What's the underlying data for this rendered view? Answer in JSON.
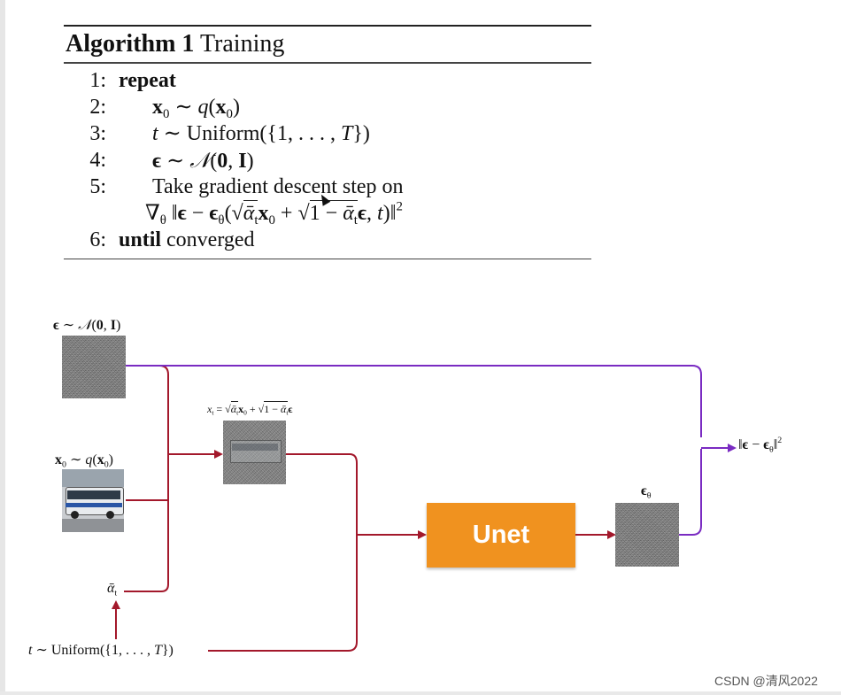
{
  "algorithm": {
    "label": "Algorithm 1",
    "title": "Training",
    "lines": {
      "1": {
        "num": "1:",
        "keyword": "repeat"
      },
      "2": {
        "num": "2:",
        "text": "x₀ ∼ q(x₀)"
      },
      "3": {
        "num": "3:",
        "text": "t ∼ Uniform({1, . . . , T})"
      },
      "4": {
        "num": "4:",
        "text": "ϵ ∼ 𝒩(0, I)"
      },
      "5": {
        "num": "5:",
        "text": "Take gradient descent step on"
      },
      "5b": {
        "text": "∇θ ‖ϵ − ϵθ(√ᾱt x₀ + √1 − ᾱt ϵ, t)‖²"
      },
      "6": {
        "num": "6:",
        "keyword": "until",
        "text": "converged"
      }
    }
  },
  "diagram": {
    "eps_label": "ϵ ∼ 𝒩(0, I)",
    "x0_label": "x₀ ∼ q(x₀)",
    "xt_label": "xt = √ᾱt x₀ + √1 − ᾱt ϵ",
    "alpha_label": "ᾱt",
    "t_label": "t ∼ Uniform({1, . . . , T})",
    "unet_label": "Unet",
    "eps_theta_label": "ϵθ",
    "loss_label": "‖ϵ − ϵθ‖²",
    "colors": {
      "red_arrow": "#a3182b",
      "purple_arrow": "#7a2bc2",
      "unet": "#f0921f"
    }
  },
  "watermark": "CSDN @清风2022"
}
